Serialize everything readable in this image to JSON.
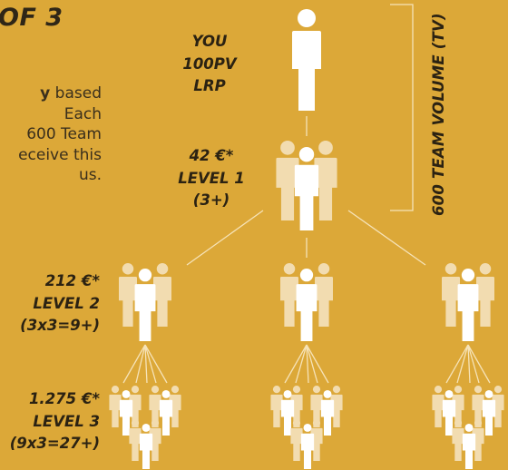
{
  "heading": "OF 3",
  "description": {
    "line1_bold": "y",
    "line1_rest": " based",
    "line2": "Each",
    "line3": "600 Team",
    "line4": "eceive this",
    "line5": "us."
  },
  "you": {
    "line1": "YOU",
    "line2": "100PV",
    "line3": "LRP"
  },
  "level1": {
    "amount": "42 €*",
    "name": "LEVEL 1",
    "count": "(3+)"
  },
  "level2": {
    "amount": "212 €*",
    "name": "LEVEL 2",
    "count": "(3x3=9+)"
  },
  "level3": {
    "amount": "1.275 €*",
    "name": "LEVEL 3",
    "count": "(9x3=27+)"
  },
  "team_volume_label": "600 TEAM VOLUME (TV)",
  "colors": {
    "background": "#dca838",
    "figure_main": "#ffffff",
    "figure_faded": "#f2dcb0",
    "text_dark": "#2b2212"
  },
  "icons": [
    "person-icon",
    "group-of-three-icon"
  ]
}
